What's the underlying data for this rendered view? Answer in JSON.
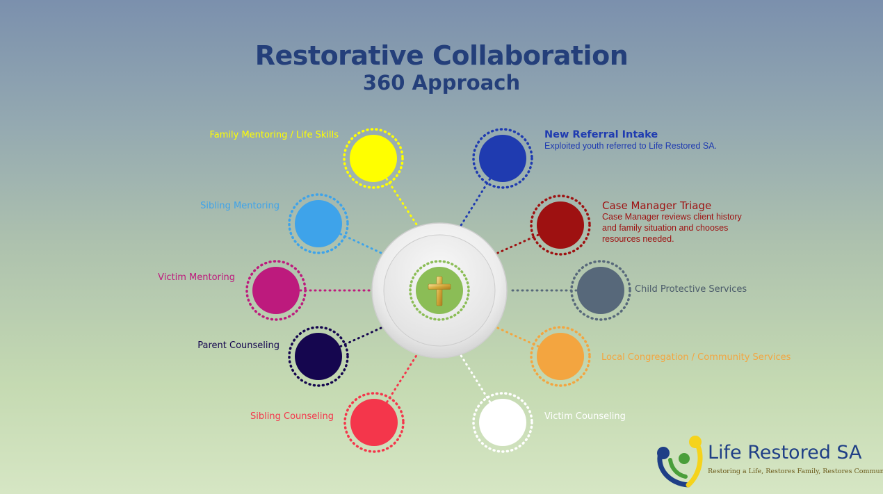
{
  "title": "Restorative Collaboration",
  "subtitle": "360 Approach",
  "center": {
    "icon": "cross-icon",
    "fill": "#8bbd56"
  },
  "nodes": [
    {
      "id": "new-referral-intake",
      "title": "New Referral Intake",
      "desc": "Exploited youth referred to Life Restored SA.",
      "color": "#1f3bb0",
      "text_color": "#1f3bb0"
    },
    {
      "id": "case-manager-triage",
      "title": "Case Manager Triage",
      "desc": "Case Manager reviews client history\nand family situation and chooses\nresources needed.",
      "color": "#9e1111",
      "text_color": "#9e1111"
    },
    {
      "id": "child-protective-services",
      "title": "Child Protective Services",
      "desc": "",
      "color": "#57687a",
      "text_color": "#4a5a6a"
    },
    {
      "id": "local-congregation",
      "title": "Local Congregation / Community Services",
      "desc": "",
      "color": "#f3a540",
      "text_color": "#f3a540"
    },
    {
      "id": "victim-counseling",
      "title": "Victim Counseling",
      "desc": "",
      "color": "#ffffff",
      "text_color": "#ffffff"
    },
    {
      "id": "sibling-counseling",
      "title": "Sibling Counseling",
      "desc": "",
      "color": "#f4364b",
      "text_color": "#f4364b"
    },
    {
      "id": "parent-counseling",
      "title": "Parent Counseling",
      "desc": "",
      "color": "#15064f",
      "text_color": "#15064f"
    },
    {
      "id": "victim-mentoring",
      "title": "Victim Mentoring",
      "desc": "",
      "color": "#bd1a7d",
      "text_color": "#bd1a7d"
    },
    {
      "id": "sibling-mentoring",
      "title": "Sibling Mentoring",
      "desc": "",
      "color": "#3ea3ea",
      "text_color": "#3ea3ea"
    },
    {
      "id": "family-mentoring",
      "title": "Family Mentoring / Life Skills",
      "desc": "",
      "color": "#ffff00",
      "text_color": "#ffff00"
    }
  ],
  "logo": {
    "name": "Life Restored SA",
    "tagline": "Restoring a Life, Restores Family, Restores Community",
    "colors": {
      "blue": "#1f3f86",
      "green": "#4a9e3a",
      "yellow": "#f5d31b"
    }
  }
}
